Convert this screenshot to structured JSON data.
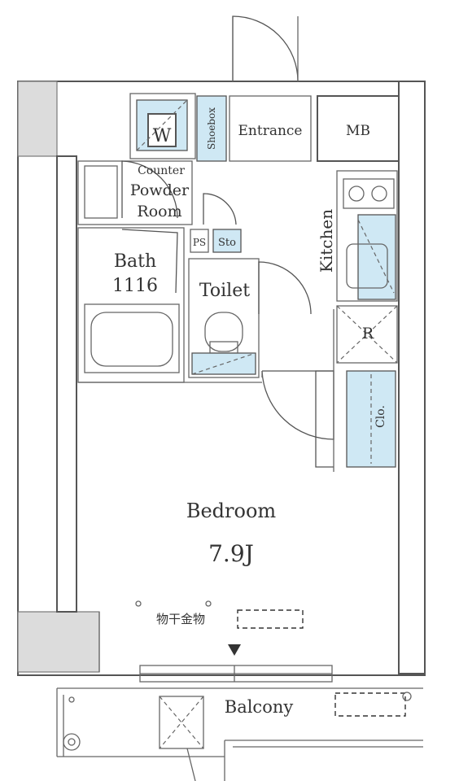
{
  "colors": {
    "storage_fill": "#cfe8f4",
    "structure_fill": "#dcdcdc",
    "wall_line": "#555555",
    "text": "#333333"
  },
  "rooms": {
    "washer": "W",
    "shoebox": "Shoebox",
    "entrance": "Entrance",
    "mb": "MB",
    "counter": "Counter",
    "powder_room_line1": "Powder",
    "powder_room_line2": "Room",
    "ps": "PS",
    "sto": "Sto",
    "kitchen": "Kitchen",
    "bath": "Bath",
    "bath_size": "1116",
    "toilet": "Toilet",
    "refrigerator": "R",
    "closet": "Clo.",
    "bedroom": "Bedroom",
    "bedroom_size": "7.9J",
    "laundry_hardware": "物干金物",
    "balcony": "Balcony"
  }
}
